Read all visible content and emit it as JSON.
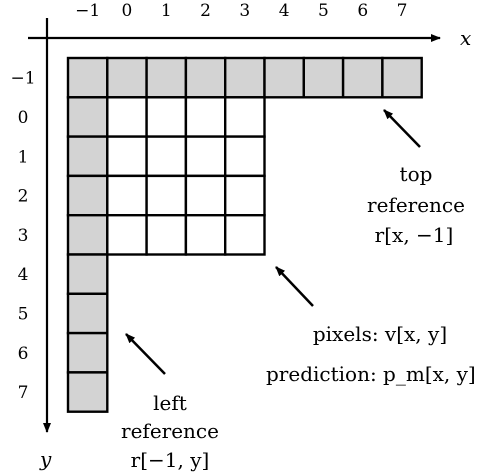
{
  "axes": {
    "x_label": "x",
    "y_label": "y",
    "x_ticks": [
      "−1",
      "0",
      "1",
      "2",
      "3",
      "4",
      "5",
      "6",
      "7"
    ],
    "y_ticks": [
      "−1",
      "0",
      "1",
      "2",
      "3",
      "4",
      "5",
      "6",
      "7"
    ]
  },
  "grid": {
    "top_reference_range": [
      -1,
      7
    ],
    "left_reference_range": [
      -1,
      7
    ],
    "pixel_block_size": 4,
    "reference_fill": "#d3d3d3",
    "pixel_fill": "#ffffff",
    "line_color": "#000000"
  },
  "annotations": {
    "top_reference": {
      "line1": "top",
      "line2": "reference",
      "line3": "r[x, −1]"
    },
    "pixels": {
      "line1": "pixels:  v[x, y]",
      "line2": "prediction:  p_m[x, y]"
    },
    "left_reference": {
      "line1": "left",
      "line2": "reference",
      "line3": "r[−1, y]"
    }
  }
}
